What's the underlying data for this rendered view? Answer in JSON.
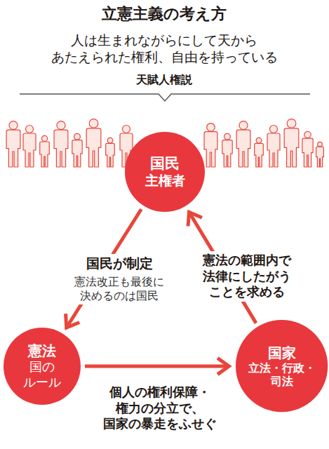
{
  "diagram": {
    "title": "立憲主義の考え方",
    "nodes": [
      {
        "text": [
          "国民",
          "主権者"
        ]
      },
      {
        "text": [
          "憲法",
          "国の ルール"
        ]
      },
      {
        "text": [
          "国家",
          "立法・行政・ 司法"
        ]
      }
    ],
    "edges": [
      {
        "from": 0,
        "to": 1,
        "arrow": "to",
        "label": "国民が制定"
      },
      {
        "from": 2,
        "to": 0,
        "arrow": "to",
        "label": "憲法の範囲内で 法律にしたがう ことを求める"
      },
      {
        "from": 1,
        "to": 2,
        "arrow": "to",
        "label": "個人の権利保障・ 権力の分立で、 国家の暴走をふせぐ"
      }
    ],
    "labels": [
      "人は生まれながらにして天から あたえられた権利、自由を持っている",
      "天賦人権説",
      "憲法改正も最後に 決めるのは国民"
    ]
  }
}
